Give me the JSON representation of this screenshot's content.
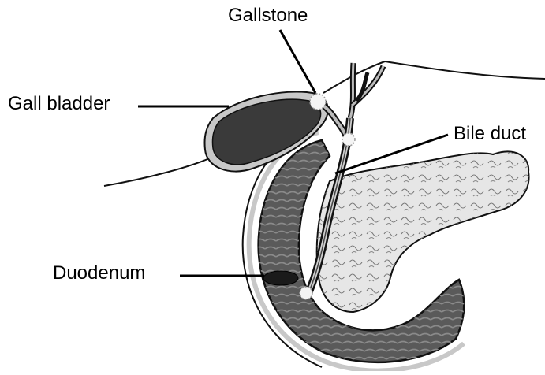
{
  "labels": {
    "gallstone": "Gallstone",
    "gall_bladder": "Gall bladder",
    "bile_duct": "Bile duct",
    "duodenum": "Duodenum"
  },
  "colors": {
    "background": "#ffffff",
    "outline": "#111111",
    "wall": "#c8c8c8",
    "gallbladder_fill": "#3a3a3a",
    "duodenum_fill": "#5a5a5a",
    "pancreas_fill": "#e6e6e6",
    "stone_fill": "#f4f4f4"
  }
}
